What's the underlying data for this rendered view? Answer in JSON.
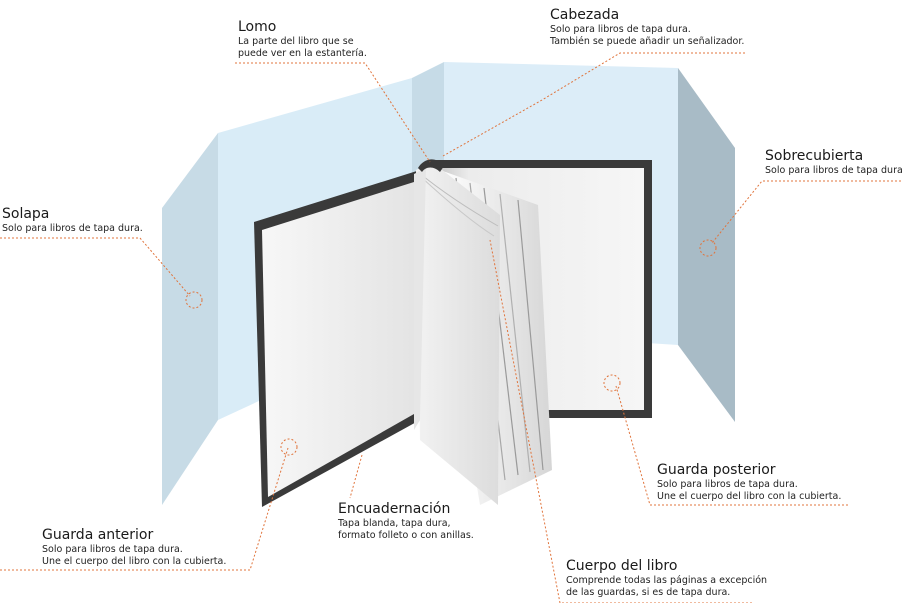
{
  "labels": {
    "lomo": {
      "title": "Lomo",
      "desc": [
        "La parte del libro que se",
        "puede ver en la estantería."
      ]
    },
    "cabezada": {
      "title": "Cabezada",
      "desc": [
        "Solo para libros de tapa dura.",
        "También se puede añadir un señalizador."
      ]
    },
    "sobrecubierta": {
      "title": "Sobrecubierta",
      "desc": [
        "Solo para libros de tapa dura."
      ]
    },
    "solapa": {
      "title": "Solapa",
      "desc": [
        "Solo para libros de tapa dura."
      ]
    },
    "guarda_posterior": {
      "title": "Guarda posterior",
      "desc": [
        "Solo para libros de tapa dura.",
        "Une el cuerpo del libro con la cubierta."
      ]
    },
    "encuadernacion": {
      "title": "Encuadernación",
      "desc": [
        "Tapa blanda, tapa dura,",
        "formato folleto o con anillas."
      ]
    },
    "guarda_anterior": {
      "title": "Guarda anterior",
      "desc": [
        "Solo para libros de tapa dura.",
        "Une el cuerpo del libro con la cubierta."
      ]
    },
    "cuerpo": {
      "title": "Cuerpo del libro",
      "desc": [
        "Comprende todas las páginas a excepción",
        "de las guardas, si es de tapa dura."
      ]
    }
  },
  "colors": {
    "jacket_light": "#d9ecf7",
    "jacket_mid": "#c9dde8",
    "jacket_dark": "#a9bcc6",
    "cover_edge": "#3a3a3a",
    "leader": "#e0743c"
  }
}
